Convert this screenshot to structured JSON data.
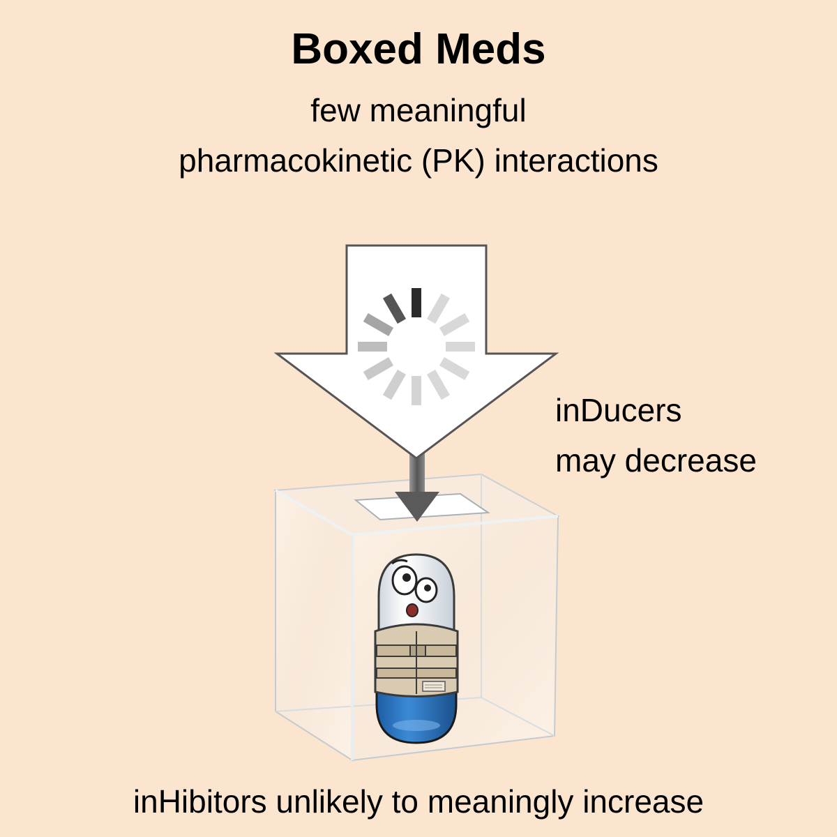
{
  "title": "Boxed Meds",
  "subtitle_line1": "few meaningful",
  "subtitle_line2": "pharmacokinetic (PK) interactions",
  "inducers_line1": "inDucers",
  "inducers_line2": "may decrease",
  "inhibitors_text": "inHibitors unlikely to meaningly increase",
  "illustration": {
    "arrow_icon": "down-arrow-icon",
    "spinner_icon": "loading-spinner-icon",
    "box_icon": "glass-box-icon",
    "character_icon": "pill-in-straitjacket-icon"
  },
  "colors": {
    "background": "#fbe5cf",
    "pill_blue": "#2f78c4",
    "jacket": "#d9cbb1"
  }
}
